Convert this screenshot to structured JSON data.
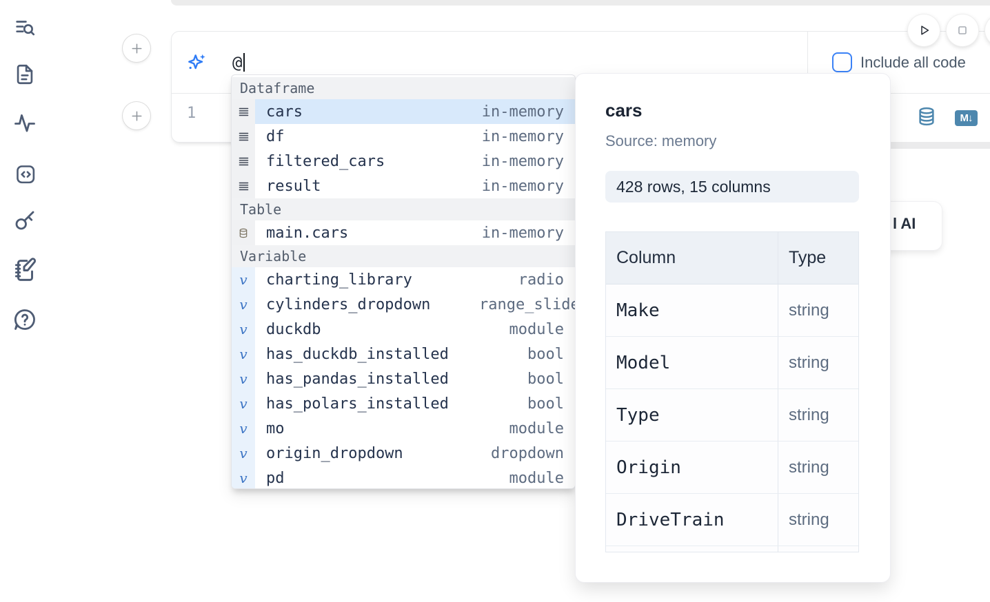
{
  "colors": {
    "accent_blue": "#3b82f6",
    "steel_blue_icon": "#4d87ae",
    "selection_blue": "#d8e9fb",
    "text_dark": "#1e2a3a",
    "text_muted": "#5d6b80"
  },
  "sidebar": {
    "items": [
      {
        "icon": "list-search-icon"
      },
      {
        "icon": "file-text-icon"
      },
      {
        "icon": "activity-icon"
      },
      {
        "icon": "code-square-icon"
      },
      {
        "icon": "key-icon"
      },
      {
        "icon": "notebook-pen-icon"
      },
      {
        "icon": "help-circle-icon"
      }
    ]
  },
  "ai_bar": {
    "prompt_value": "@",
    "include_all_code_label": "Include all code",
    "checkbox_checked": false
  },
  "code_cell": {
    "line_number": "1",
    "markdown_badge": "M↓"
  },
  "autocomplete": {
    "sections": [
      {
        "label": "Dataframe",
        "icon": "rows-icon",
        "items": [
          {
            "name": "cars",
            "type": "in-memory",
            "selected": true
          },
          {
            "name": "df",
            "type": "in-memory"
          },
          {
            "name": "filtered_cars",
            "type": "in-memory"
          },
          {
            "name": "result",
            "type": "in-memory"
          }
        ]
      },
      {
        "label": "Table",
        "icon": "database-icon",
        "items": [
          {
            "name": "main.cars",
            "type": "in-memory"
          }
        ]
      },
      {
        "label": "Variable",
        "icon": "variable-icon",
        "items": [
          {
            "name": "charting_library",
            "type": "radio"
          },
          {
            "name": "cylinders_dropdown",
            "type": "range_slider",
            "clipped_right": true
          },
          {
            "name": "duckdb",
            "type": "module"
          },
          {
            "name": "has_duckdb_installed",
            "type": "bool"
          },
          {
            "name": "has_pandas_installed",
            "type": "bool"
          },
          {
            "name": "has_polars_installed",
            "type": "bool"
          },
          {
            "name": "mo",
            "type": "module"
          },
          {
            "name": "origin_dropdown",
            "type": "dropdown"
          },
          {
            "name": "pd",
            "type": "module",
            "clipped_bottom": true
          }
        ]
      }
    ]
  },
  "preview": {
    "title": "cars",
    "source": "Source: memory",
    "shape": "428 rows, 15 columns",
    "table": {
      "headers": [
        "Column",
        "Type"
      ],
      "rows": [
        [
          "Make",
          "string"
        ],
        [
          "Model",
          "string"
        ],
        [
          "Type",
          "string"
        ],
        [
          "Origin",
          "string"
        ],
        [
          "DriveTrain",
          "string"
        ],
        [
          "",
          ""
        ]
      ]
    }
  },
  "ai_card_fragment": {
    "visible_label": "l AI"
  }
}
